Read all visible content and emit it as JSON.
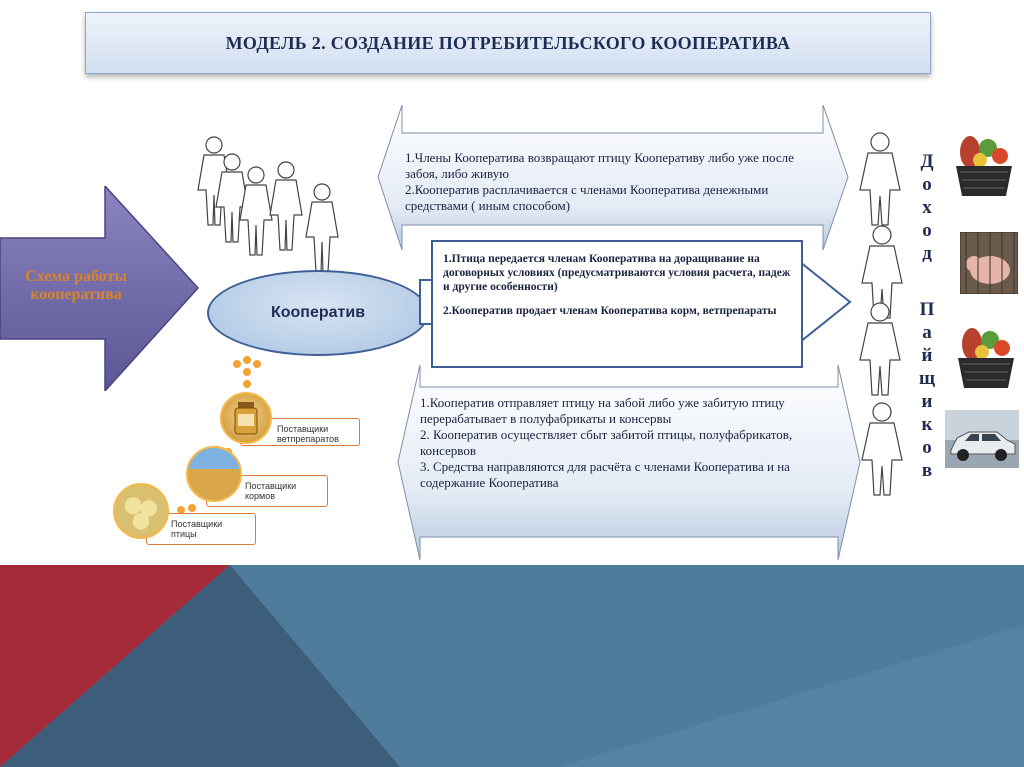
{
  "title": "МОДЕЛЬ 2. СОЗДАНИЕ ПОТРЕБИТЕЛЬСКОГО КООПЕРАТИВА",
  "scheme_label": "Схема работы кооператива",
  "cooperative_label": "Кооператив",
  "top_block": {
    "line1": "1.Члены Кооператива возвращают птицу  Кооперативу либо уже после забоя,  либо живую",
    "line2": "2.Кооператив расплачивается с членами Кооператива денежными средствами ( иным способом)"
  },
  "middle_block": {
    "item1": "1.Птица передается членам Кооператива на доращивание на договорных условиях (предусматриваются условия расчета, падеж и другие особенности)",
    "item2": "2.Кооператив продает членам Кооператива корм, ветпрепараты"
  },
  "bottom_block": {
    "line1": "1.Кооператив отправляет  птицу на забой либо  уже забитую птицу перерабатывает в полуфабрикаты и консервы",
    "line2": "2.  Кооператив осуществляет сбыт забитой птицы, полуфабрикатов, консервов",
    "line3": "3. Средства направляются для расчёта с членами Кооператива  и  на содержание Кооператива"
  },
  "vertical_word_1": [
    "Д",
    "о",
    "х",
    "о",
    "д"
  ],
  "vertical_word_2": [
    "П",
    "а",
    "й",
    "щ",
    "и",
    "к",
    "о",
    "в"
  ],
  "suppliers": {
    "vet": "Поставщики ветпрепаратов",
    "feed": "Поставщики кормов",
    "bird": "Поставщики птицы"
  },
  "colors": {
    "title_text": "#1f2d55",
    "purple_arrow": "#6f6aa8",
    "orange_text": "#d9842a",
    "footer_red": "#a52a3a",
    "footer_blue": "#4d7a99",
    "footer_dark": "#3d5e7a"
  }
}
